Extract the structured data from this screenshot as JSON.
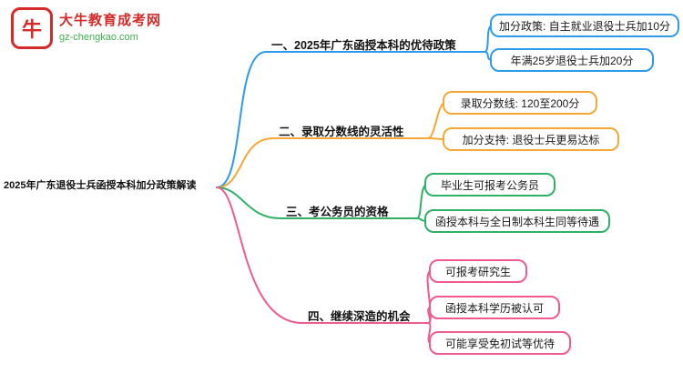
{
  "logo": {
    "icon": "牛",
    "brand": "大牛教育成考网",
    "domain": "gz-chengkao.com",
    "brand_color": "#d42a2a",
    "domain_color": "#3faf4c"
  },
  "root": {
    "label": "2025年广东退役士兵函授本科加分政策解读"
  },
  "branches": [
    {
      "label": "一、2025年广东函授本科的优待政策",
      "color": "#2e9bea",
      "children": [
        "加分政策: 自主就业退役士兵加10分",
        "年满25岁退役士兵加20分"
      ]
    },
    {
      "label": "二、录取分数线的灵活性",
      "color": "#f5a833",
      "children": [
        "录取分数线: 120至200分",
        "加分支持: 退役士兵更易达标"
      ]
    },
    {
      "label": "三、考公务员的资格",
      "color": "#2eb167",
      "children": [
        "毕业生可报考公务员",
        "函授本科与全日制本科生同等待遇"
      ]
    },
    {
      "label": "四、继续深造的机会",
      "color": "#ef5a8f",
      "children": [
        "可报考研究生",
        "函授本科学历被认可",
        "可能享受免初试等优待"
      ]
    }
  ]
}
